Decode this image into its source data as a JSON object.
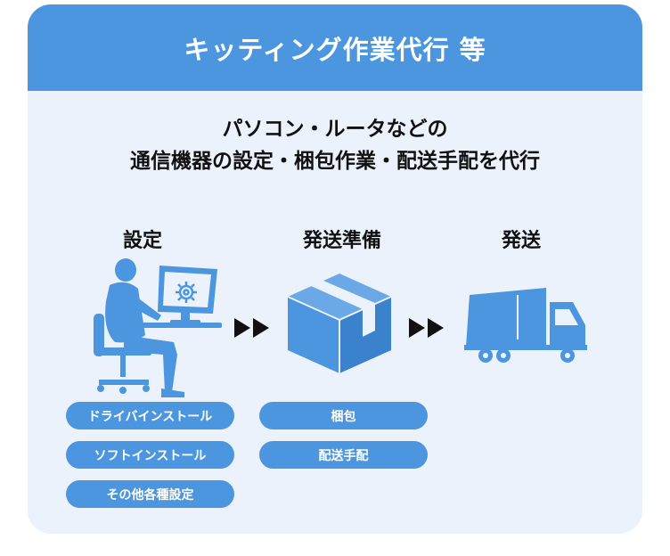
{
  "header": {
    "title": "キッティング作業代行 等"
  },
  "subtitle": {
    "line1": "パソコン・ルータなどの",
    "line2": "通信機器の設定・梱包作業・配送手配を代行"
  },
  "steps": [
    {
      "label": "設定",
      "tasks": [
        "ドライバインストール",
        "ソフトインストール",
        "その他各種設定"
      ]
    },
    {
      "label": "発送準備",
      "tasks": [
        "梱包",
        "配送手配"
      ]
    },
    {
      "label": "発送",
      "tasks": []
    }
  ],
  "colors": {
    "header": "#4b96df",
    "card": "#ecf2fc",
    "icon": "#4b96df",
    "pill": "#4b96df",
    "arrow": "#111111"
  },
  "icons": [
    "person-at-computer-icon",
    "gear-wrench-icon",
    "cardboard-box-icon",
    "delivery-truck-icon",
    "double-arrow-icon"
  ]
}
